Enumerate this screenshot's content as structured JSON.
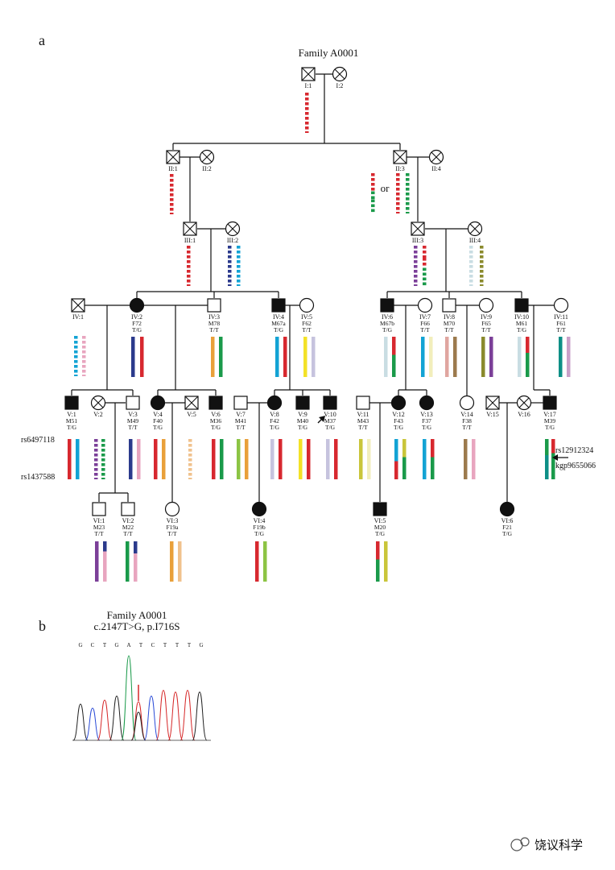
{
  "panel_a": {
    "label": "a",
    "title": "Family A0001",
    "or_text": "or",
    "people": [
      {
        "id": "I1",
        "code": "I:1",
        "sex": "M",
        "st": "d"
      },
      {
        "id": "I2",
        "code": "I:2",
        "sex": "F",
        "st": "d"
      },
      {
        "id": "II1",
        "code": "II:1",
        "sex": "M",
        "st": "d"
      },
      {
        "id": "II2",
        "code": "II:2",
        "sex": "F",
        "st": "d"
      },
      {
        "id": "II3",
        "code": "II:3",
        "sex": "M",
        "st": "d"
      },
      {
        "id": "II4",
        "code": "II:4",
        "sex": "F",
        "st": "d"
      },
      {
        "id": "III1",
        "code": "III:1",
        "sex": "M",
        "st": "d"
      },
      {
        "id": "III2",
        "code": "III:2",
        "sex": "F",
        "st": "d"
      },
      {
        "id": "III3",
        "code": "III:3",
        "sex": "M",
        "st": "d"
      },
      {
        "id": "III4",
        "code": "III:4",
        "sex": "F",
        "st": "d"
      },
      {
        "id": "IV1",
        "code": "IV:1",
        "sex": "M",
        "st": "d"
      },
      {
        "id": "IV2",
        "code": "IV:2",
        "sex": "F",
        "st": "a",
        "sub": "F72",
        "gt": "T/G"
      },
      {
        "id": "IV3",
        "code": "IV:3",
        "sex": "M",
        "st": "u",
        "sub": "M78",
        "gt": "T/T"
      },
      {
        "id": "IV4",
        "code": "IV:4",
        "sex": "M",
        "st": "a",
        "sub": "M67a",
        "gt": "T/G"
      },
      {
        "id": "IV5",
        "code": "IV:5",
        "sex": "F",
        "st": "u",
        "sub": "F62",
        "gt": "T/T"
      },
      {
        "id": "IV6",
        "code": "IV:6",
        "sex": "M",
        "st": "a",
        "sub": "M67b",
        "gt": "T/G"
      },
      {
        "id": "IV7",
        "code": "IV:7",
        "sex": "F",
        "st": "u",
        "sub": "F66",
        "gt": "T/T"
      },
      {
        "id": "IV8",
        "code": "IV:8",
        "sex": "M",
        "st": "u",
        "sub": "M70",
        "gt": "T/T"
      },
      {
        "id": "IV9",
        "code": "IV:9",
        "sex": "F",
        "st": "u",
        "sub": "F65",
        "gt": "T/T"
      },
      {
        "id": "IV10",
        "code": "IV:10",
        "sex": "M",
        "st": "a",
        "sub": "M61",
        "gt": "T/G"
      },
      {
        "id": "IV11",
        "code": "IV:11",
        "sex": "F",
        "st": "u",
        "sub": "F61",
        "gt": "T/T"
      },
      {
        "id": "V1",
        "code": "V:1",
        "sex": "M",
        "st": "a",
        "sub": "M51",
        "gt": "T/G"
      },
      {
        "id": "V2",
        "code": "V:2",
        "sex": "F",
        "st": "d"
      },
      {
        "id": "V3",
        "code": "V:3",
        "sex": "M",
        "st": "u",
        "sub": "M49",
        "gt": "T/T"
      },
      {
        "id": "V4",
        "code": "V:4",
        "sex": "F",
        "st": "a",
        "sub": "F40",
        "gt": "T/G"
      },
      {
        "id": "V5",
        "code": "V:5",
        "sex": "M",
        "st": "d"
      },
      {
        "id": "V6",
        "code": "V:6",
        "sex": "M",
        "st": "a",
        "sub": "M36",
        "gt": "T/G"
      },
      {
        "id": "V7",
        "code": "V:7",
        "sex": "M",
        "st": "u",
        "sub": "M41",
        "gt": "T/T"
      },
      {
        "id": "V8",
        "code": "V:8",
        "sex": "F",
        "st": "a",
        "sub": "F42",
        "gt": "T/G"
      },
      {
        "id": "V9",
        "code": "V:9",
        "sex": "M",
        "st": "a",
        "sub": "M40",
        "gt": "T/G"
      },
      {
        "id": "V10",
        "code": "V:10",
        "sex": "M",
        "st": "a",
        "sub": "M37",
        "gt": "T/G",
        "proband": true
      },
      {
        "id": "V11",
        "code": "V:11",
        "sex": "M",
        "st": "u",
        "sub": "M43",
        "gt": "T/T"
      },
      {
        "id": "V12",
        "code": "V:12",
        "sex": "F",
        "st": "a",
        "sub": "F43",
        "gt": "T/G"
      },
      {
        "id": "V13",
        "code": "V:13",
        "sex": "F",
        "st": "a",
        "sub": "F37",
        "gt": "T/G"
      },
      {
        "id": "V14",
        "code": "V:14",
        "sex": "F",
        "st": "u",
        "sub": "F38",
        "gt": "T/T"
      },
      {
        "id": "V15",
        "code": "V:15",
        "sex": "M",
        "st": "d"
      },
      {
        "id": "V16",
        "code": "V:16",
        "sex": "F",
        "st": "d"
      },
      {
        "id": "V17",
        "code": "V:17",
        "sex": "M",
        "st": "a",
        "sub": "M39",
        "gt": "T/G"
      },
      {
        "id": "VI1",
        "code": "VI:1",
        "sex": "M",
        "st": "u",
        "sub": "M23",
        "gt": "T/T"
      },
      {
        "id": "VI2",
        "code": "VI:2",
        "sex": "M",
        "st": "u",
        "sub": "M22",
        "gt": "T/T"
      },
      {
        "id": "VI3",
        "code": "VI:3",
        "sex": "F",
        "st": "u",
        "sub": "F19a",
        "gt": "T/T"
      },
      {
        "id": "VI4",
        "code": "VI:4",
        "sex": "F",
        "st": "a",
        "sub": "F19b",
        "gt": "T/G"
      },
      {
        "id": "VI5",
        "code": "VI:5",
        "sex": "M",
        "st": "a",
        "sub": "M20",
        "gt": "T/G"
      },
      {
        "id": "VI6",
        "code": "VI:6",
        "sex": "F",
        "st": "a",
        "sub": "F21",
        "gt": "T/G"
      }
    ],
    "marker_top": "rs6497118",
    "marker_bottom": "rs1437588",
    "marker_top_right": "rs12912324",
    "marker_bottom_right": "kgp9655066",
    "colors": {
      "red": "#d7282f",
      "navy": "#2b3a8c",
      "orange": "#e9a03a",
      "green": "#1a9a4a",
      "cyan": "#13a3d4",
      "yellow": "#f3e227",
      "lavender": "#c6c3de",
      "lightgray": "#c9dde3",
      "pink": "#e8a5bf",
      "taupe": "#e0a6a0",
      "brown": "#9c7a4d",
      "olive": "#8a8a2c",
      "purple": "#7b3f98",
      "teal": "#0d8f86",
      "mauve": "#c9a0c9",
      "lime": "#8cc444",
      "khaki": "#c9c53a",
      "cream": "#f2eebc",
      "peach": "#f0c28d",
      "lightblue": "#c9dde3"
    }
  },
  "panel_b": {
    "label": "b",
    "title": "Family A0001",
    "mutation": "c.2147T>G, p.I716S",
    "bases": [
      "G",
      "C",
      "T",
      "G",
      "A",
      "T",
      "C",
      "T",
      "T",
      "T",
      "G"
    ],
    "base_colors": {
      "G": "#222222",
      "C": "#2a4bd7",
      "T": "#d62728",
      "A": "#1a9a4a"
    }
  },
  "watermark": {
    "text": "饶议科学"
  }
}
